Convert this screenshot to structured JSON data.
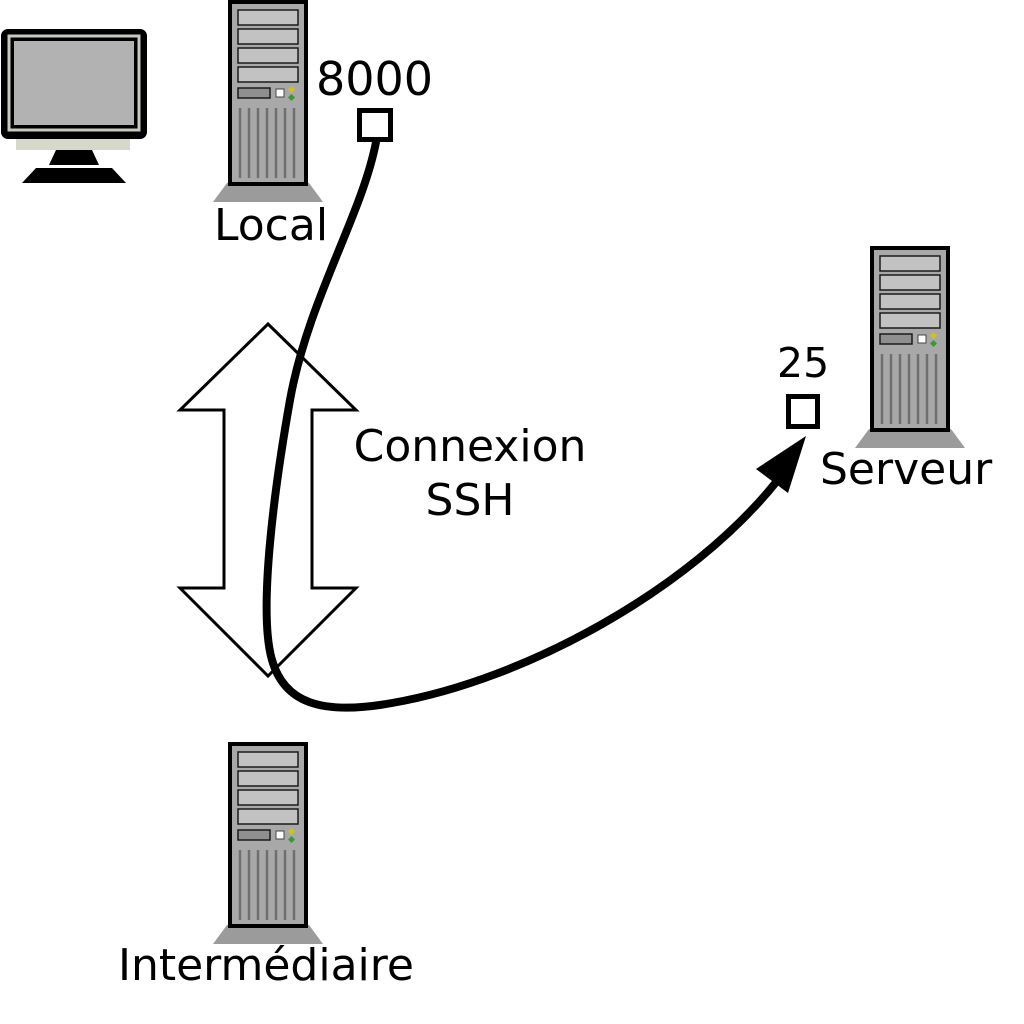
{
  "nodes": {
    "local": {
      "label": "Local",
      "port": "8000"
    },
    "server": {
      "label": "Serveur",
      "port": "25"
    },
    "intermediate": {
      "label": "Intermédiaire"
    }
  },
  "connection": {
    "line1": "Connexion",
    "line2": "SSH"
  },
  "icons": {
    "monitor": "crt-monitor-icon",
    "local_machine": "server-tower-icon",
    "remote_server": "server-tower-icon",
    "intermediate_machine": "server-tower-icon",
    "ssh_link": "double-headed-arrow-icon",
    "tunnel": "curved-tunnel-arrow-icon",
    "ports": "port-box-icon"
  },
  "colors": {
    "background": "#ffffff",
    "line": "#000000",
    "tower_gray": "#a8a8a8",
    "bay_gray": "#c2c2c2",
    "base_gray": "#9b9b9b",
    "screen_gray": "#b2b2b2",
    "strip_beige": "#d8d8ca",
    "led_yellow": "#d6c400",
    "led_green": "#2fa02f",
    "port_box_fill": "#ffffff"
  }
}
